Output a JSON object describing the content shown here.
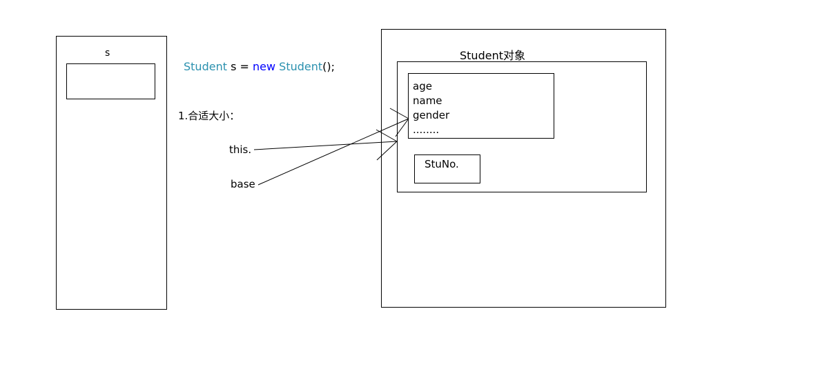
{
  "stack": {
    "variable_label": "s"
  },
  "code": {
    "type_1": "Student",
    "var_part": " s = ",
    "keyword_new": "new",
    "space": " ",
    "type_2": "Student",
    "tail": "();"
  },
  "annotations": {
    "step": "1.合适大小：",
    "this_label": "this.",
    "base_label": "base"
  },
  "object": {
    "title": "Student对象",
    "fields": [
      "age",
      "name",
      "gender",
      "........"
    ],
    "subclass_field": "StuNo."
  },
  "colors": {
    "type_color": "#2b91af",
    "keyword_color": "#0000ff",
    "line_color": "#000000"
  }
}
